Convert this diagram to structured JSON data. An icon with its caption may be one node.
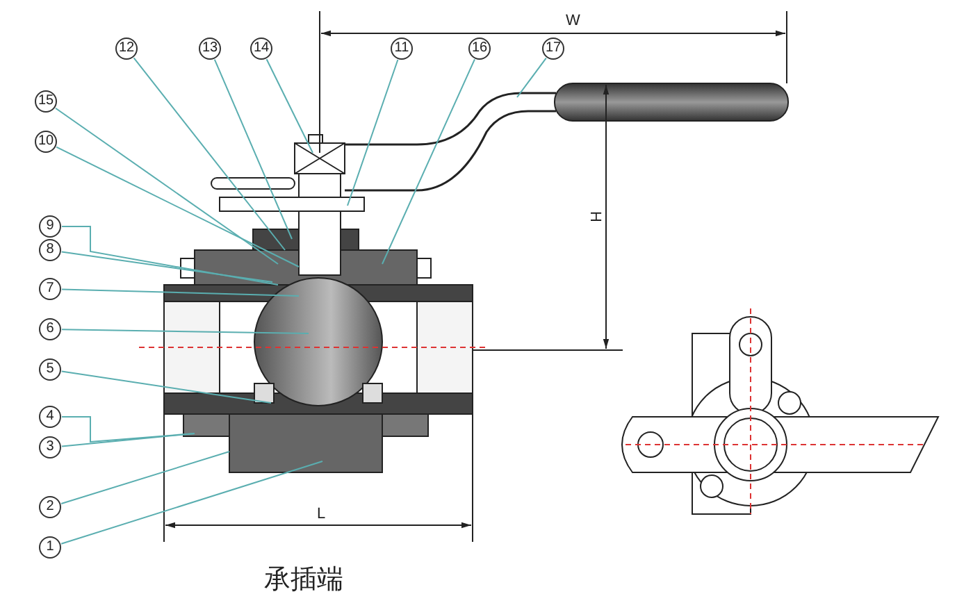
{
  "diagram": {
    "caption": "承插端",
    "nodes": [
      {
        "text": [
          "12"
        ]
      },
      {
        "text": [
          "13"
        ]
      },
      {
        "text": [
          "14"
        ]
      },
      {
        "text": [
          "11"
        ]
      },
      {
        "text": [
          "16"
        ]
      },
      {
        "text": [
          "17"
        ]
      },
      {
        "text": [
          "15"
        ]
      },
      {
        "text": [
          "10"
        ]
      },
      {
        "text": [
          "9"
        ]
      },
      {
        "text": [
          "8"
        ]
      },
      {
        "text": [
          "7"
        ]
      },
      {
        "text": [
          "6"
        ]
      },
      {
        "text": [
          "5"
        ]
      },
      {
        "text": [
          "4"
        ]
      },
      {
        "text": [
          "3"
        ]
      },
      {
        "text": [
          "2"
        ]
      },
      {
        "text": [
          "1"
        ]
      }
    ],
    "edges": [
      {
        "from": 0,
        "to": null,
        "arrow": "none"
      },
      {
        "from": 1,
        "to": null,
        "arrow": "none"
      },
      {
        "from": 2,
        "to": null,
        "arrow": "none"
      },
      {
        "from": 3,
        "to": null,
        "arrow": "none"
      },
      {
        "from": 4,
        "to": null,
        "arrow": "none"
      },
      {
        "from": 5,
        "to": null,
        "arrow": "none"
      },
      {
        "from": 6,
        "to": null,
        "arrow": "none"
      },
      {
        "from": 7,
        "to": null,
        "arrow": "none"
      },
      {
        "from": 8,
        "to": null,
        "arrow": "none"
      },
      {
        "from": 9,
        "to": null,
        "arrow": "none"
      },
      {
        "from": 10,
        "to": null,
        "arrow": "none"
      },
      {
        "from": 11,
        "to": null,
        "arrow": "none"
      },
      {
        "from": 12,
        "to": null,
        "arrow": "none"
      },
      {
        "from": 13,
        "to": null,
        "arrow": "none"
      },
      {
        "from": 14,
        "to": null,
        "arrow": "none"
      },
      {
        "from": 15,
        "to": null,
        "arrow": "none"
      },
      {
        "from": 16,
        "to": null,
        "arrow": "none"
      }
    ],
    "labels": [
      "W",
      "H",
      "L"
    ]
  }
}
